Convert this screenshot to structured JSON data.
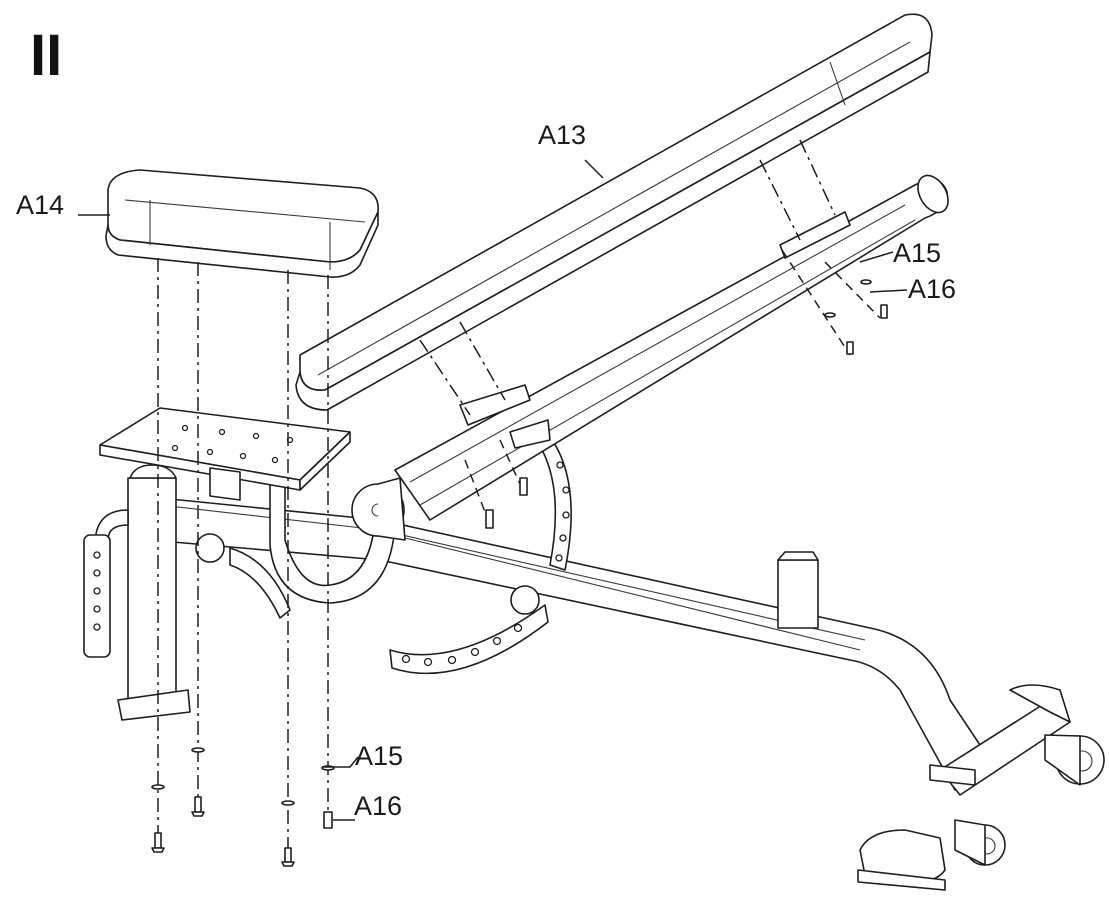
{
  "step_label": "II",
  "parts": {
    "a13": "A13",
    "a14": "A14",
    "a15_right": "A15",
    "a16_right": "A16",
    "a15_bottom": "A15",
    "a16_bottom": "A16"
  }
}
